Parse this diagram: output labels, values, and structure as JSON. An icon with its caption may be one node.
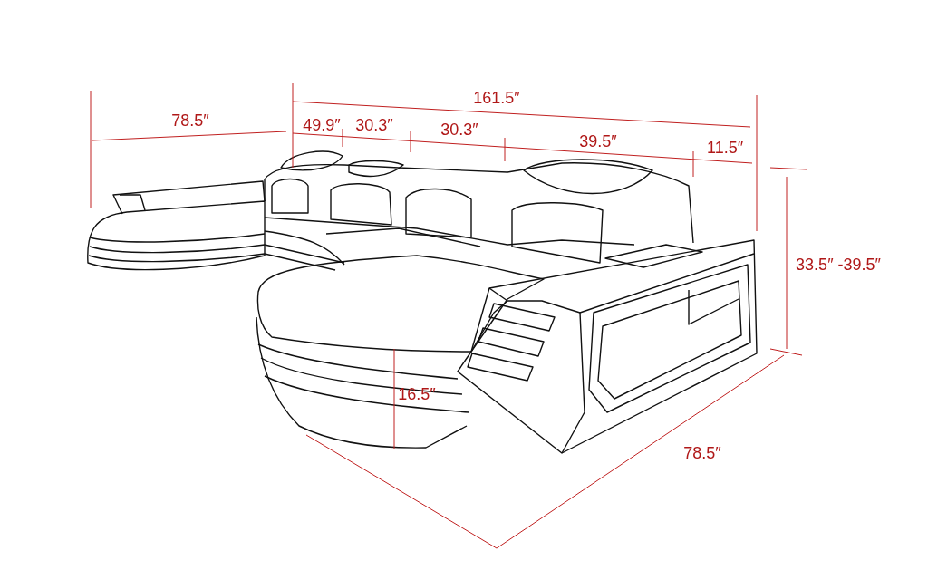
{
  "diagram": {
    "labels": [
      "161.5″",
      "78.5″",
      "49.9″",
      "30.3″",
      "30.3″",
      "39.5″",
      "11.5″",
      "33.5″ -39.5″",
      "16.5″",
      "78.5″"
    ]
  }
}
